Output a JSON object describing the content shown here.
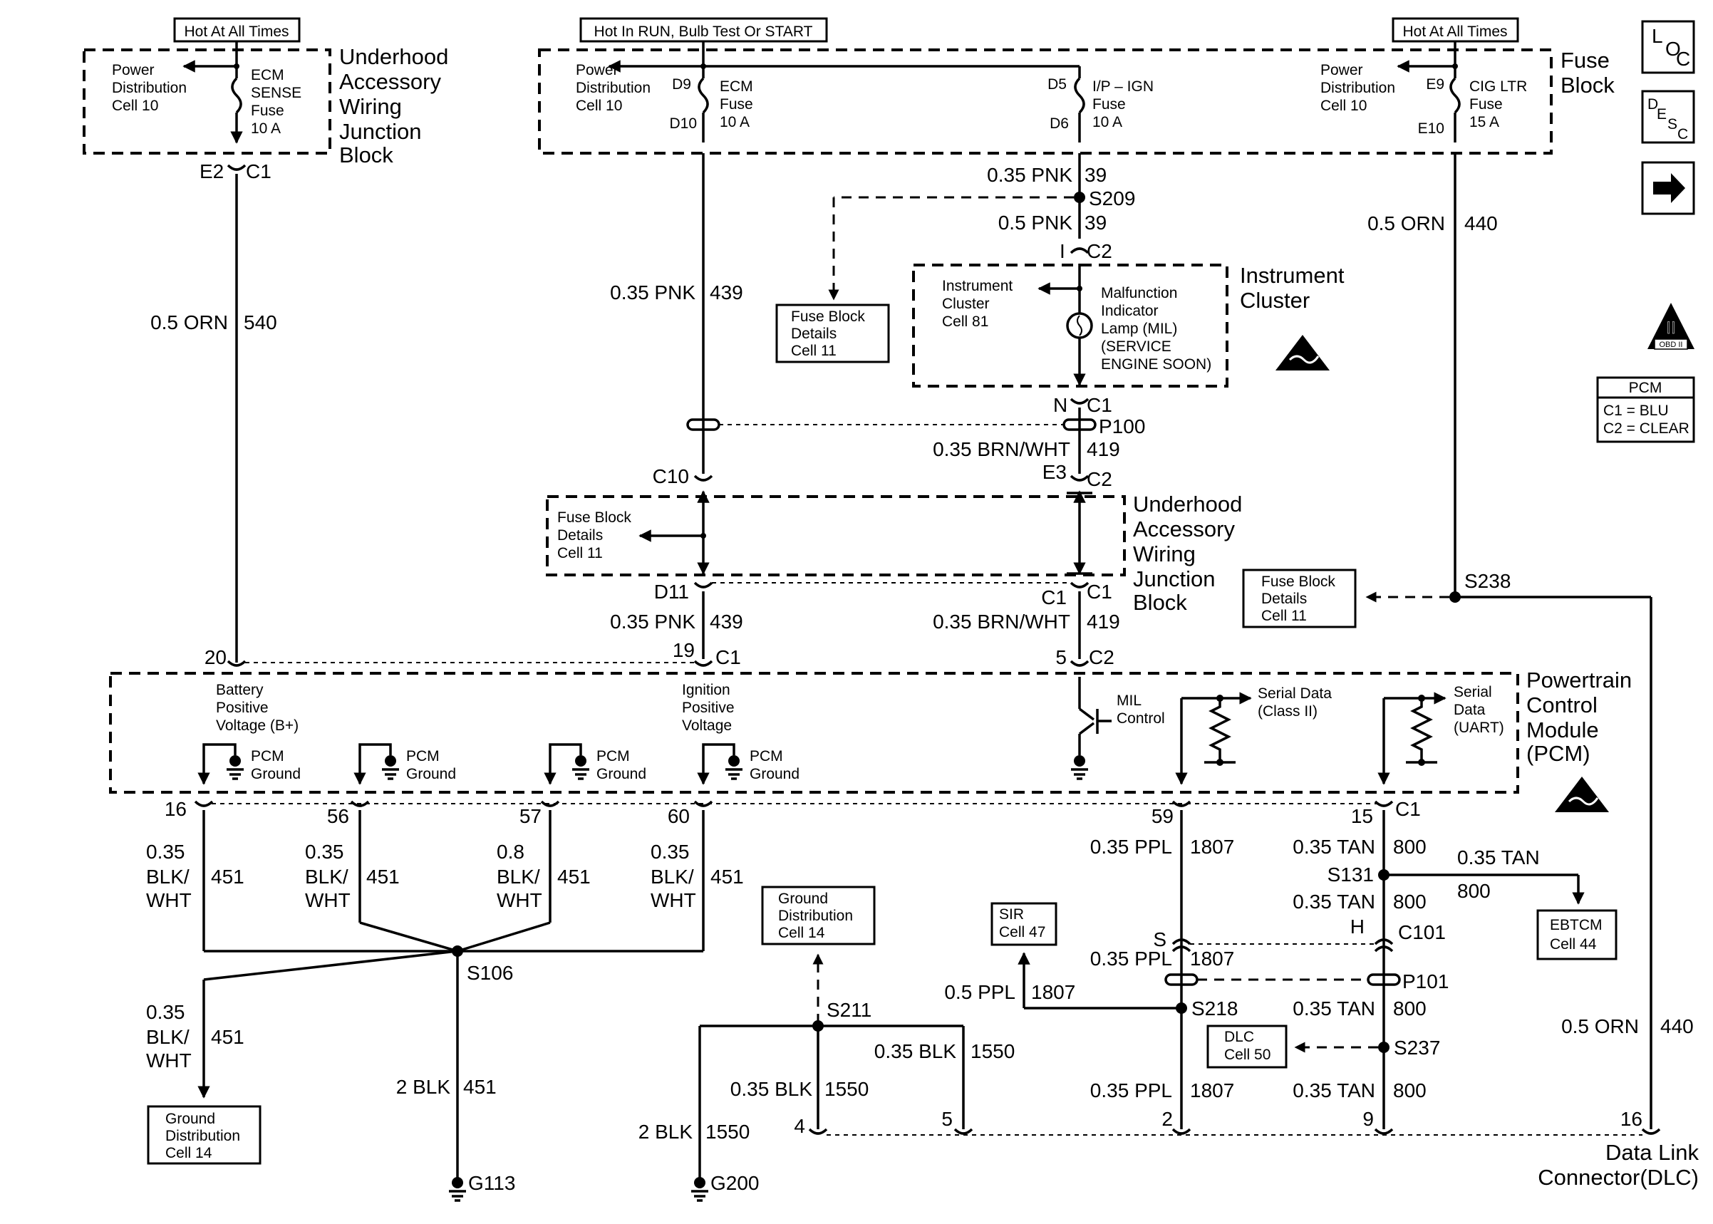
{
  "headers": {
    "hot_all_times_left": "Hot At All Times",
    "hot_run": "Hot In RUN, Bulb Test Or START",
    "hot_all_times_right": "Hot At All Times"
  },
  "blocks": {
    "uajb_top": [
      "Underhood",
      "Accessory",
      "Wiring",
      "Junction",
      "Block"
    ],
    "fuse_block": [
      "Fuse",
      "Block"
    ],
    "instrument_cluster": [
      "Instrument",
      "Cluster"
    ],
    "uajb_mid": [
      "Underhood",
      "Accessory",
      "Wiring",
      "Junction",
      "Block"
    ],
    "pcm": [
      "Powertrain",
      "Control",
      "Module",
      "(PCM)"
    ],
    "dlc": [
      "Data Link",
      "Connector(DLC)"
    ]
  },
  "fuses": {
    "ecm_sense": {
      "source": [
        "Power",
        "Distribution",
        "Cell 10"
      ],
      "name": [
        "ECM",
        "SENSE",
        "Fuse",
        "10 A"
      ]
    },
    "ecm": {
      "source": [
        "Power",
        "Distribution",
        "Cell 10"
      ],
      "name": [
        "ECM",
        "Fuse",
        "10 A"
      ],
      "in": "D9",
      "out": "D10"
    },
    "ip_ign": {
      "name": [
        "I/P – IGN",
        "Fuse",
        "10 A"
      ],
      "in": "D5",
      "out": "D6"
    },
    "cig_ltr": {
      "source": [
        "Power",
        "Distribution",
        "Cell 10"
      ],
      "name": [
        "CIG LTR",
        "Fuse",
        "15 A"
      ],
      "in": "E9",
      "out": "E10"
    }
  },
  "connectors": {
    "e2": "E2",
    "c1_top": "C1",
    "c2_ic": "C2",
    "n": "N",
    "c1_ic": "C1",
    "p100": "P100",
    "c10": "C10",
    "e3": "E3",
    "c2_e3": "C2",
    "d11": "D11",
    "c1_a": "C1",
    "c1_b": "C1",
    "pin20": "20",
    "pin19": "19",
    "c1_pcm_in": "C1",
    "pin5": "5",
    "c2_pcm_in": "C2",
    "pin16": "16",
    "pin56": "56",
    "pin57": "57",
    "pin60": "60",
    "pin59": "59",
    "pin15": "15",
    "c1_pcm_out": "C1",
    "s_pin": "S",
    "h_pin": "H",
    "c101": "C101",
    "p101": "P101",
    "dlc4": "4",
    "dlc5": "5",
    "dlc2": "2",
    "dlc9": "9",
    "dlc16": "16"
  },
  "wires": {
    "w540": [
      "0.5 ORN",
      "540"
    ],
    "w439_top": [
      "0.35 PNK",
      "439"
    ],
    "w39_top": [
      "0.35 PNK",
      "39"
    ],
    "w39_bot": [
      "0.5 PNK",
      "39"
    ],
    "w440_top": [
      "0.5 ORN",
      "440"
    ],
    "w419_top": [
      "0.35 BRN/WHT",
      "419"
    ],
    "w439_bot": [
      "0.35 PNK",
      "439"
    ],
    "w419_bot": [
      "0.35 BRN/WHT",
      "419"
    ],
    "g16": [
      "0.35",
      "BLK/",
      "WHT",
      "451"
    ],
    "g56": [
      "0.35",
      "BLK/",
      "WHT",
      "451"
    ],
    "g57": [
      "0.8",
      "BLK/",
      "WHT",
      "451"
    ],
    "g60": [
      "0.35",
      "BLK/",
      "WHT",
      "451"
    ],
    "g_branch": [
      "0.35",
      "BLK/",
      "WHT",
      "451"
    ],
    "g_main": [
      "2 BLK",
      "451"
    ],
    "w1807_a": [
      "0.35 PPL",
      "1807"
    ],
    "w1807_b": [
      "0.35 PPL",
      "1807"
    ],
    "w1807_sir": [
      "0.5 PPL",
      "1807"
    ],
    "w1807_c": [
      "0.35 PPL",
      "1807"
    ],
    "w800_a": [
      "0.35 TAN",
      "800"
    ],
    "w800_b": [
      "0.35 TAN",
      "800"
    ],
    "w800_ebtcm": [
      "0.35 TAN",
      "800"
    ],
    "w800_c": [
      "0.35 TAN",
      "800"
    ],
    "w800_d": [
      "0.35 TAN",
      "800"
    ],
    "w1550_a": [
      "0.35 BLK",
      "1550"
    ],
    "w1550_b": [
      "0.35 BLK",
      "1550"
    ],
    "w1550_gnd": [
      "2 BLK",
      "1550"
    ],
    "w440_bot": [
      "0.5 ORN",
      "440"
    ]
  },
  "splices": {
    "s209": "S209",
    "s238": "S238",
    "s106": "S106",
    "s211": "S211",
    "s131": "S131",
    "s218": "S218",
    "s237": "S237"
  },
  "grounds": {
    "g113": "G113",
    "g200": "G200"
  },
  "refs": {
    "fbd_top": [
      "Fuse Block",
      "Details",
      "Cell 11"
    ],
    "fbd_mid": [
      "Fuse Block",
      "Details",
      "Cell 11"
    ],
    "fbd_right": [
      "Fuse Block",
      "Details",
      "Cell 11"
    ],
    "gnd_left": [
      "Ground",
      "Distribution",
      "Cell 14"
    ],
    "gnd_mid": [
      "Ground",
      "Distribution",
      "Cell 14"
    ],
    "sir": [
      "SIR",
      "Cell 47"
    ],
    "dlc": [
      "DLC",
      "Cell 50"
    ],
    "ebtcm": [
      "EBTCM",
      "Cell 44"
    ]
  },
  "instrument_cluster": {
    "cell": [
      "Instrument",
      "Cluster",
      "Cell 81"
    ],
    "mil": [
      "Malfunction",
      "Indicator",
      "Lamp (MIL)",
      "(SERVICE",
      "ENGINE SOON)"
    ]
  },
  "pcm": {
    "bplus": [
      "Battery",
      "Positive",
      "Voltage (B+)"
    ],
    "ign": [
      "Ignition",
      "Positive",
      "Voltage"
    ],
    "ground_label": [
      "PCM",
      "Ground"
    ],
    "mil_control": [
      "MIL",
      "Control"
    ],
    "serial_class2": [
      "Serial Data",
      "(Class II)"
    ],
    "serial_uart": [
      "Serial",
      "Data",
      "(UART)"
    ]
  },
  "side_icons": {
    "loc": [
      "L",
      "O",
      "C"
    ],
    "desc": [
      "D",
      "E",
      "S",
      "C"
    ],
    "obd": "OBD II",
    "obd_roman": "II"
  },
  "pcm_legend": {
    "title": "PCM",
    "lines": [
      "C1 = BLU",
      "C2 = CLEAR"
    ]
  }
}
